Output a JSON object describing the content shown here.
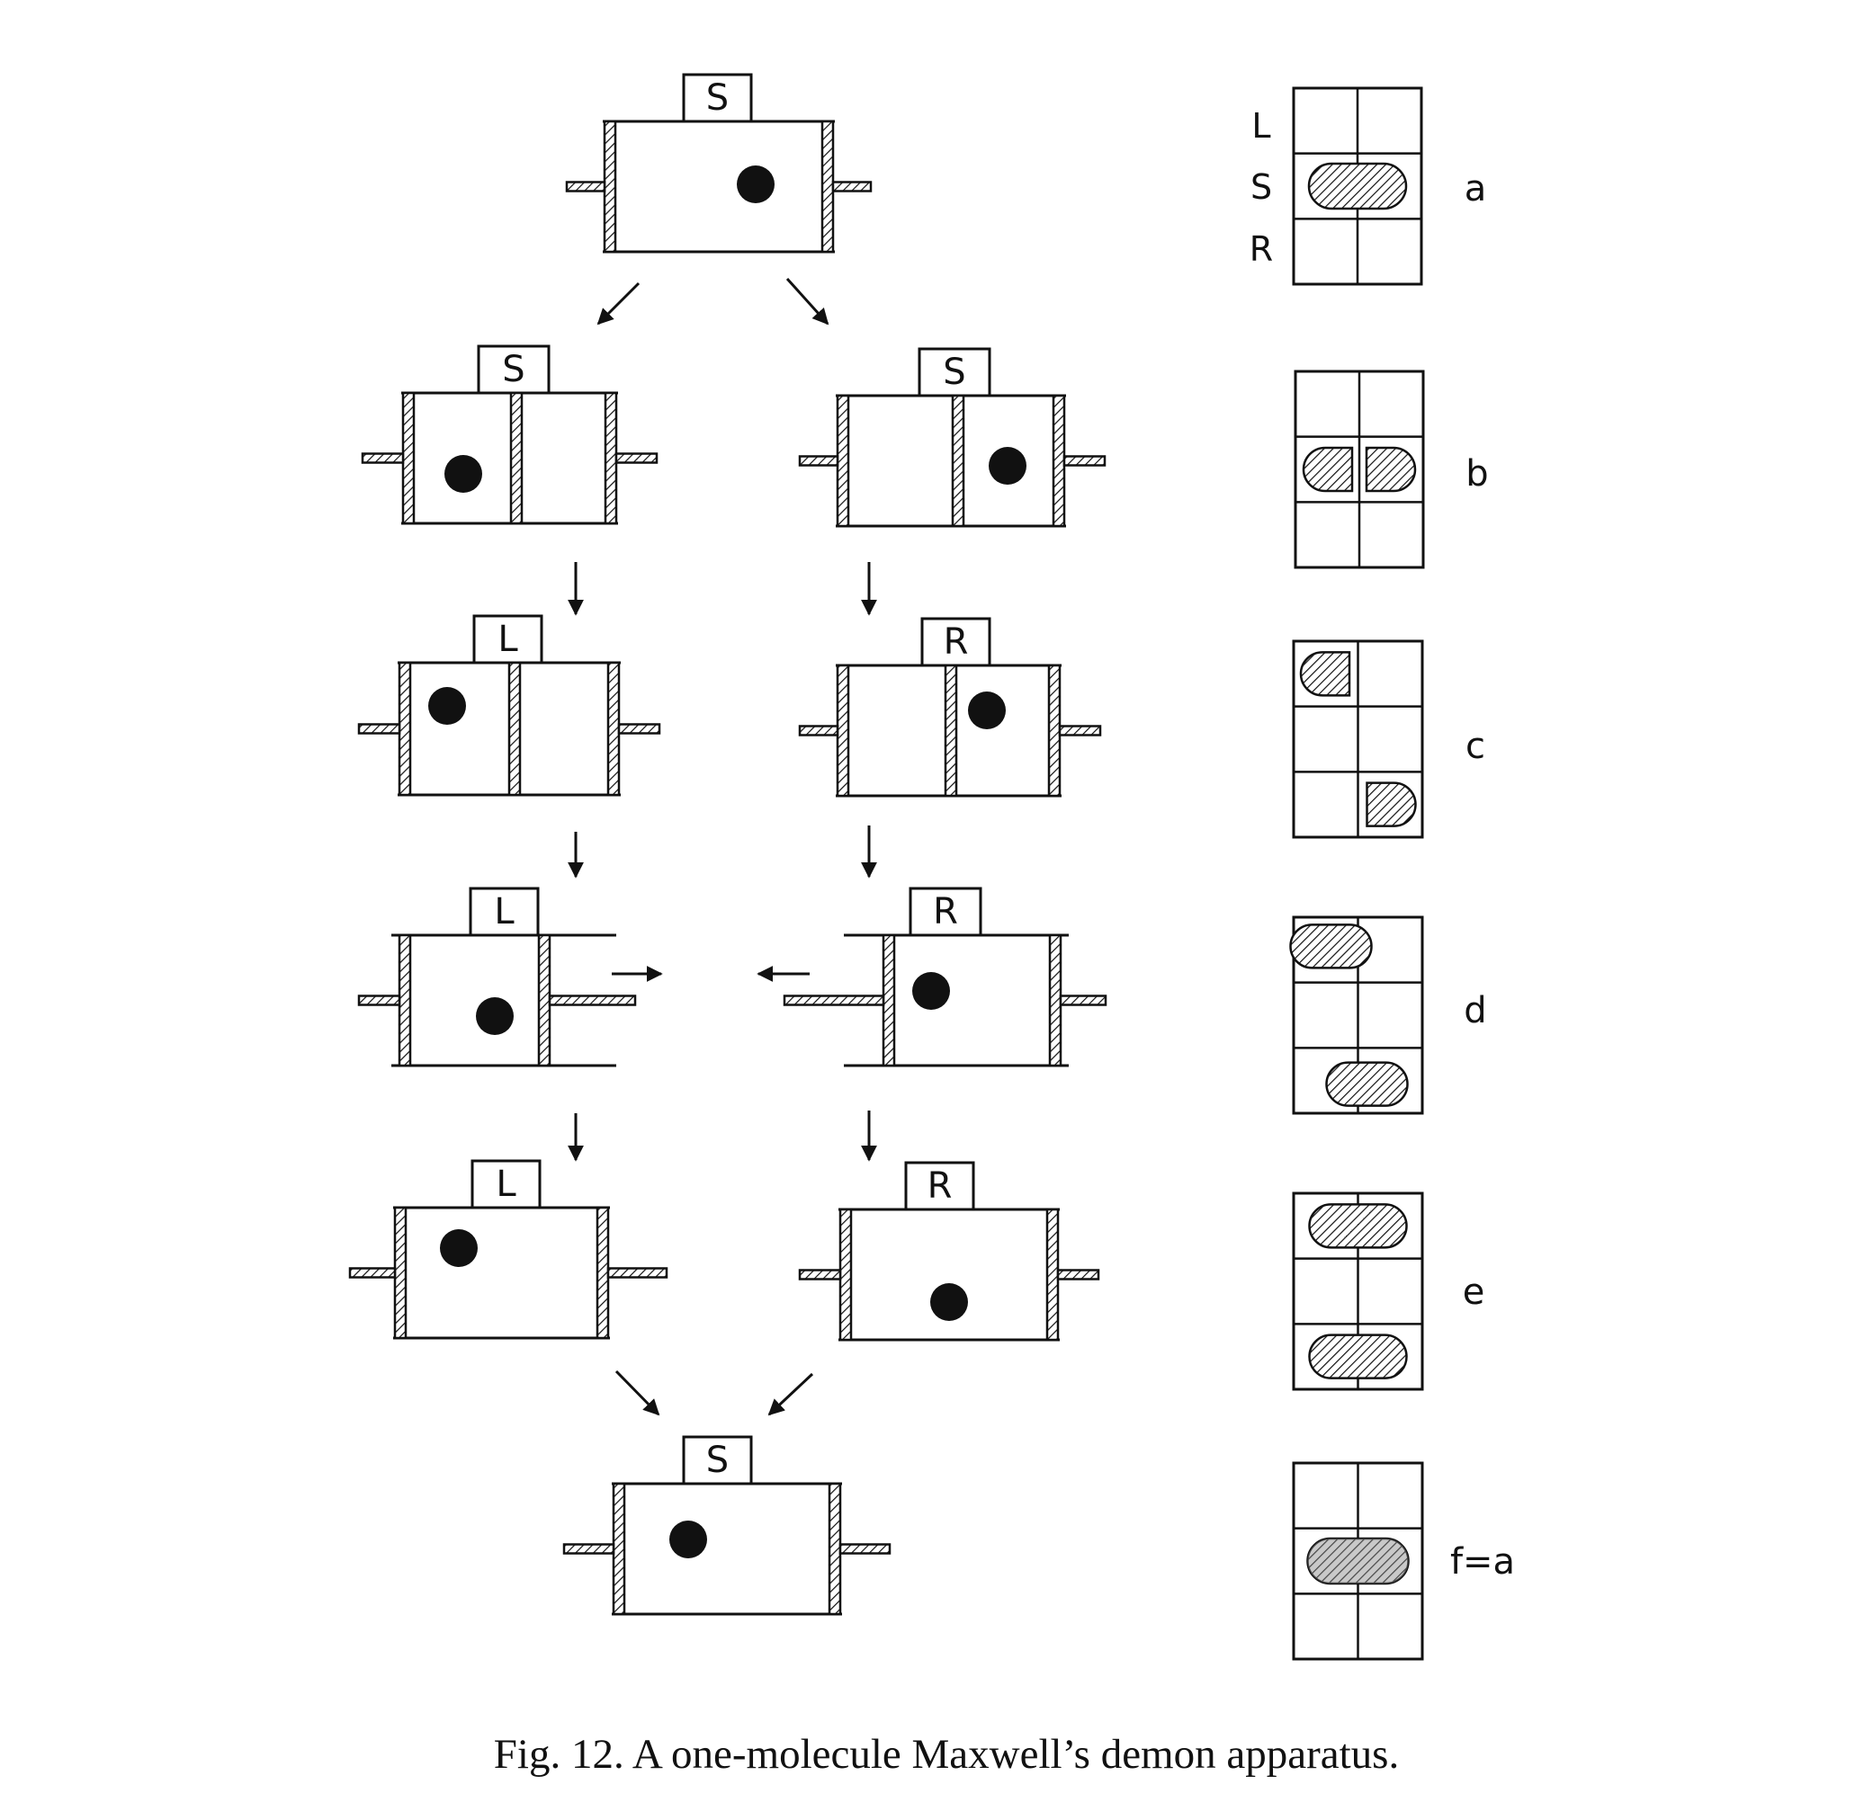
{
  "figure": {
    "caption": "Fig. 12.  A one-molecule Maxwell’s demon apparatus.",
    "colors": {
      "ink": "#111111",
      "hatch_fill": "#b8b8b8",
      "background": "#ffffff"
    }
  },
  "apparatus": [
    {
      "label": "S"
    },
    {
      "label": "S"
    },
    {
      "label": "S"
    },
    {
      "label": "L"
    },
    {
      "label": "R"
    },
    {
      "label": "L"
    },
    {
      "label": "R"
    },
    {
      "label": "L"
    },
    {
      "label": "R"
    },
    {
      "label": "S"
    }
  ],
  "phase_space": {
    "row_labels": [
      "L",
      "S",
      "R"
    ],
    "panels": [
      {
        "label": "a"
      },
      {
        "label": "b"
      },
      {
        "label": "c"
      },
      {
        "label": "d"
      },
      {
        "label": "e"
      },
      {
        "label": "f=a"
      }
    ]
  }
}
